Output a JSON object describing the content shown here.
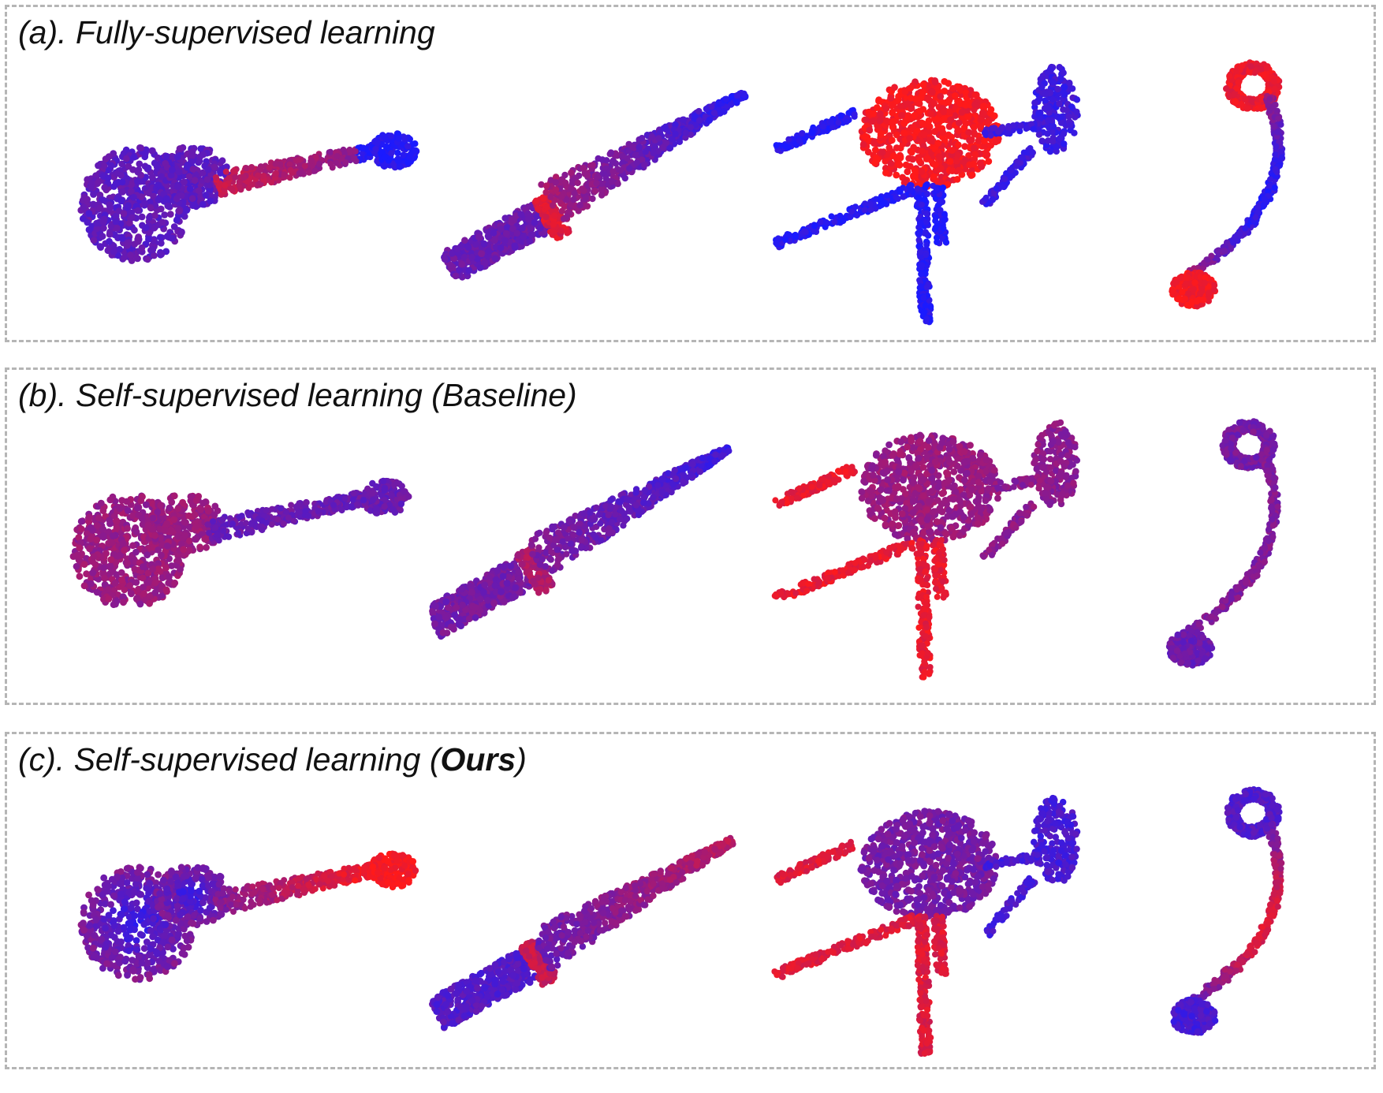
{
  "figure": {
    "panels": [
      {
        "id": "a",
        "prefix": "(a). Fully-supervised learning",
        "emphasis": "",
        "suffix": ""
      },
      {
        "id": "b",
        "prefix": "(b). Self-supervised learning (Baseline)",
        "emphasis": "",
        "suffix": ""
      },
      {
        "id": "c",
        "prefix": "(c). Self-supervised learning (",
        "emphasis": "Ours",
        "suffix": ")"
      }
    ],
    "objects": [
      "guitar",
      "knife",
      "chair",
      "earphone"
    ],
    "colormap": {
      "low": "#1a1aff",
      "high": "#ff1a1a"
    }
  }
}
